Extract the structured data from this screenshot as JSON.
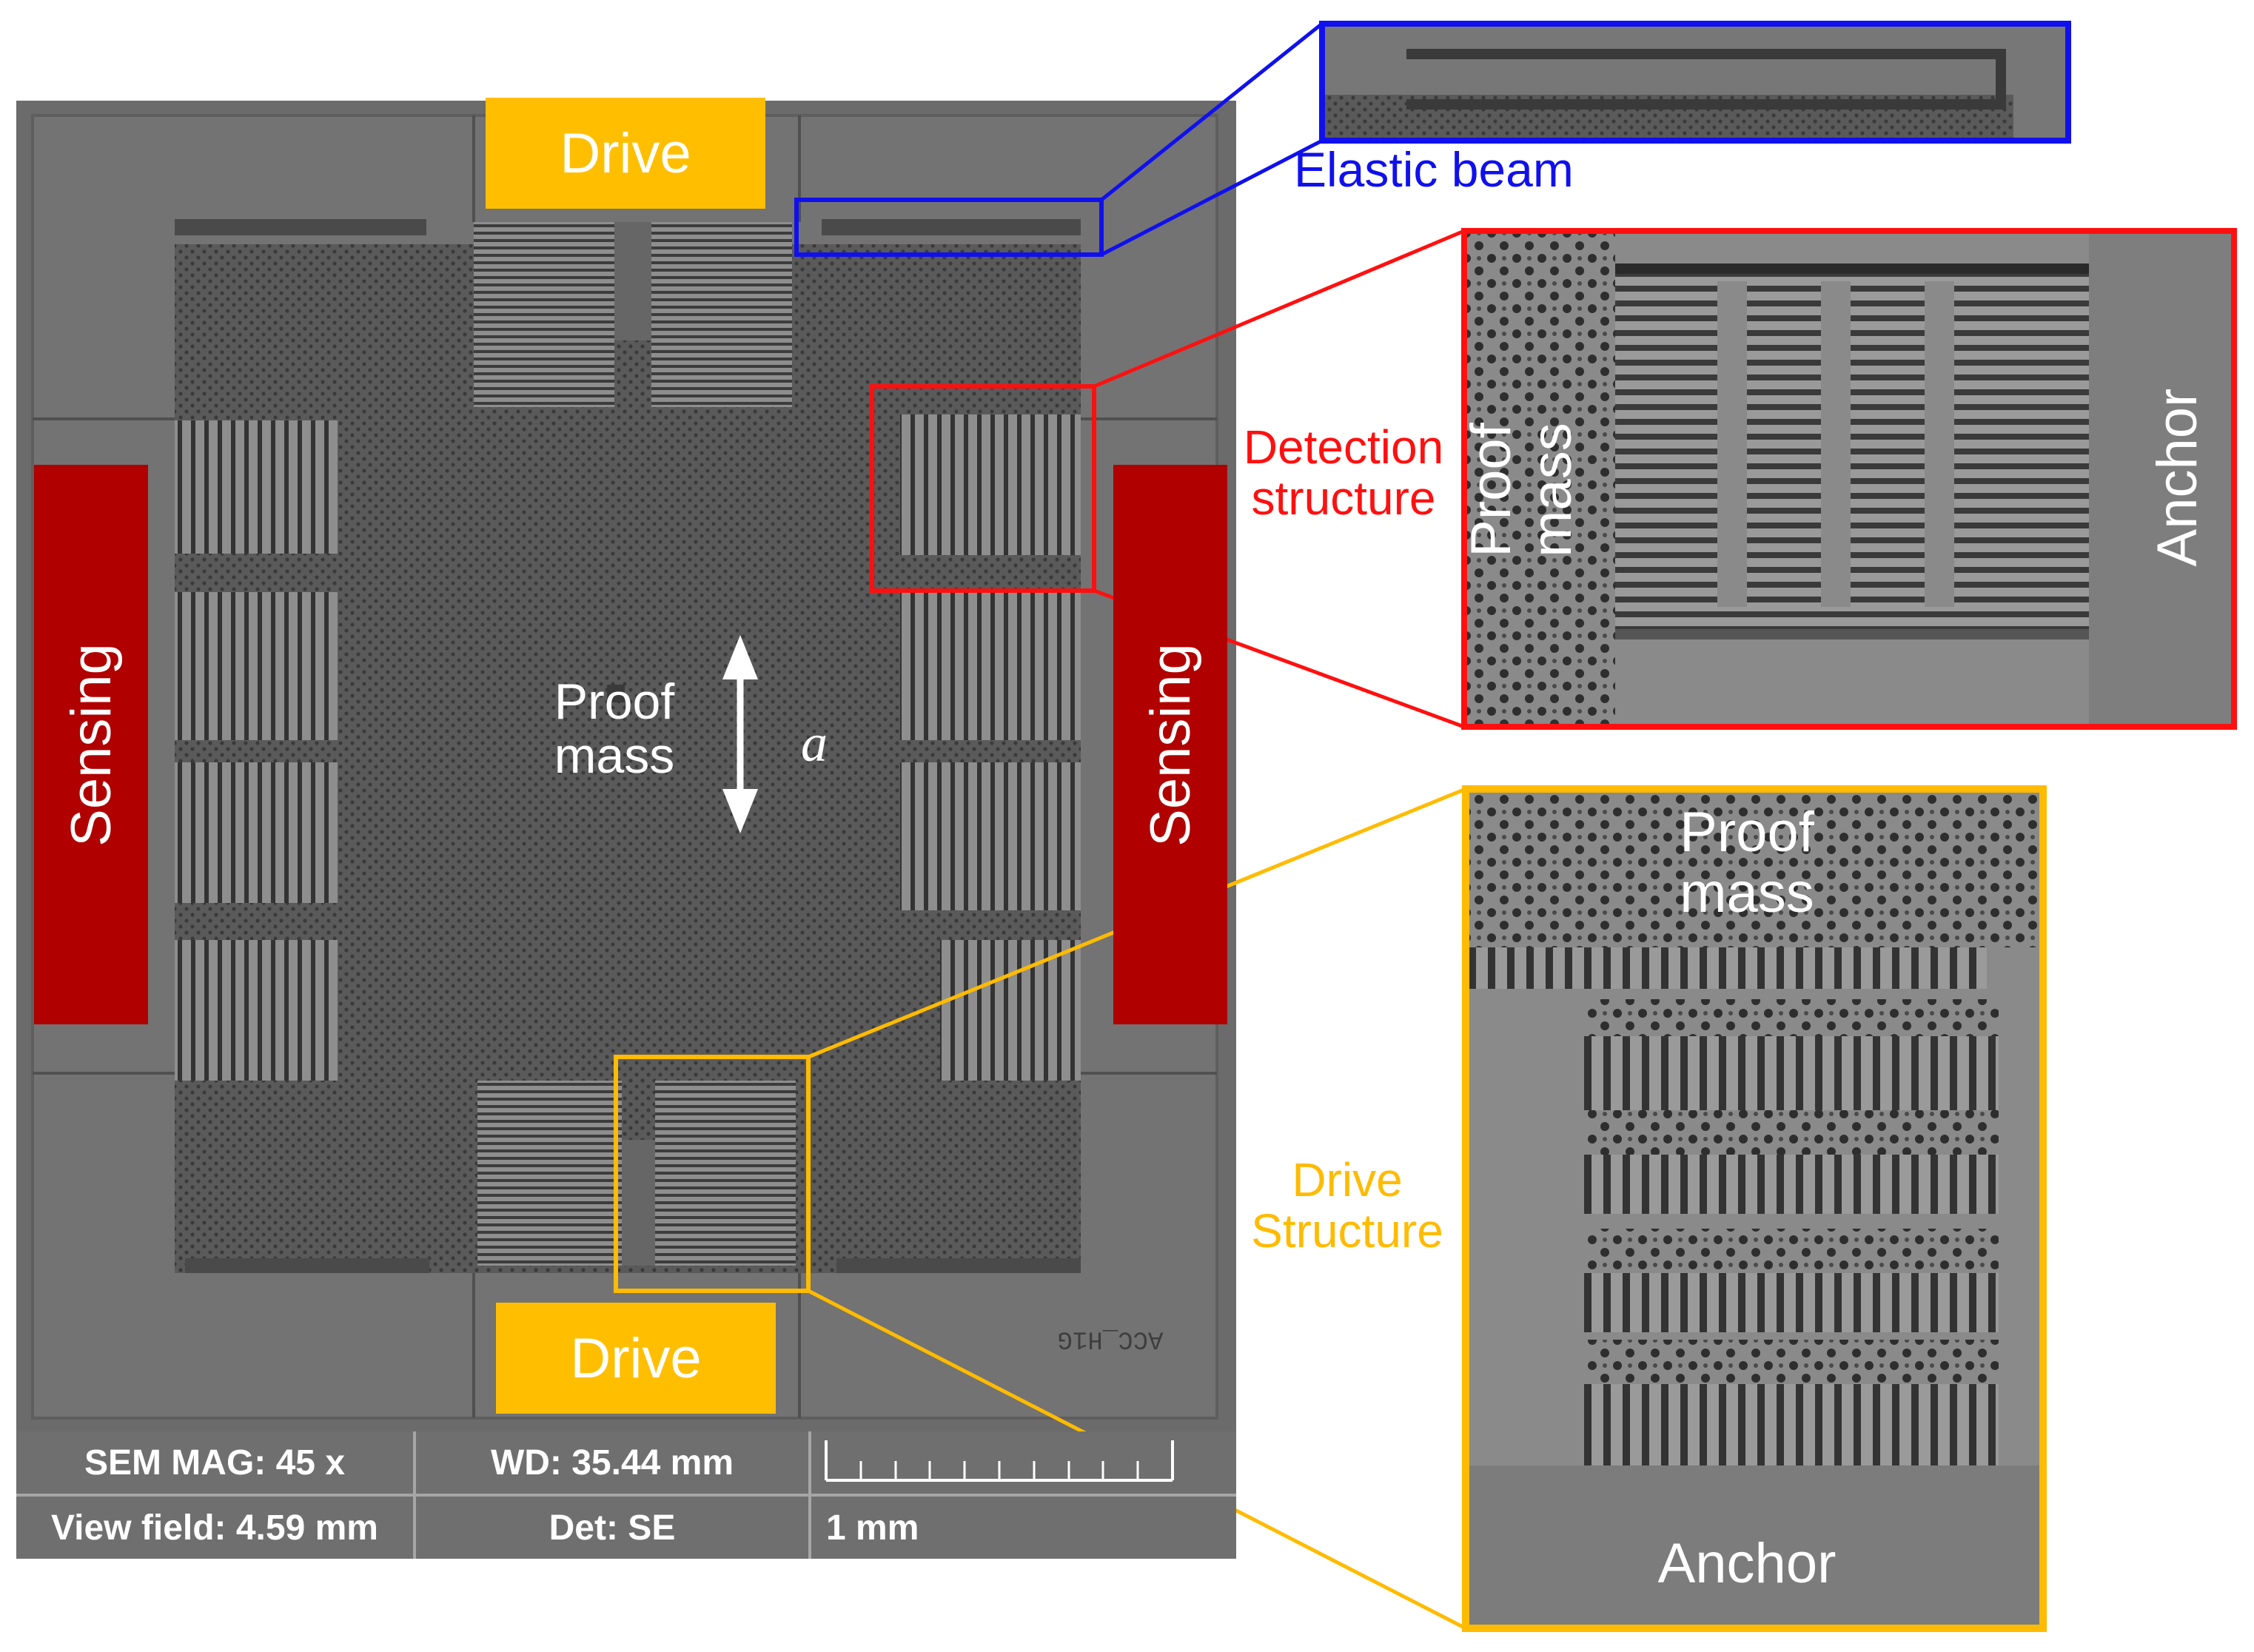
{
  "labels": {
    "drive_top": "Drive",
    "drive_bottom": "Drive",
    "sensing_left": "Sensing",
    "sensing_right": "Sensing",
    "proof_mass_center_line1": "Proof",
    "proof_mass_center_line2": "mass",
    "acceleration": "a",
    "elastic_beam": "Elastic beam",
    "detection_line1": "Detection",
    "detection_line2": "structure",
    "detection_proof_line1": "Proof",
    "detection_proof_line2": "mass",
    "detection_anchor": "Anchor",
    "drive_structure_line1": "Drive",
    "drive_structure_line2": "Structure",
    "drive_proof_line1": "Proof",
    "drive_proof_line2": "mass",
    "drive_anchor": "Anchor",
    "chip_marking": "ACC_H1G"
  },
  "sem_footer": {
    "mag": "SEM MAG: 45 x",
    "wd": "WD: 35.44 mm",
    "view_field": "View field: 4.59 mm",
    "detector": "Det: SE",
    "scale": "1 mm"
  },
  "colors": {
    "drive": "#ffbf00",
    "sensing": "#b00000",
    "elastic_beam": "#1010ee",
    "detection": "#ff1010",
    "drive_structure": "#ffbb00",
    "sem_gray": "#6b6b6b"
  }
}
